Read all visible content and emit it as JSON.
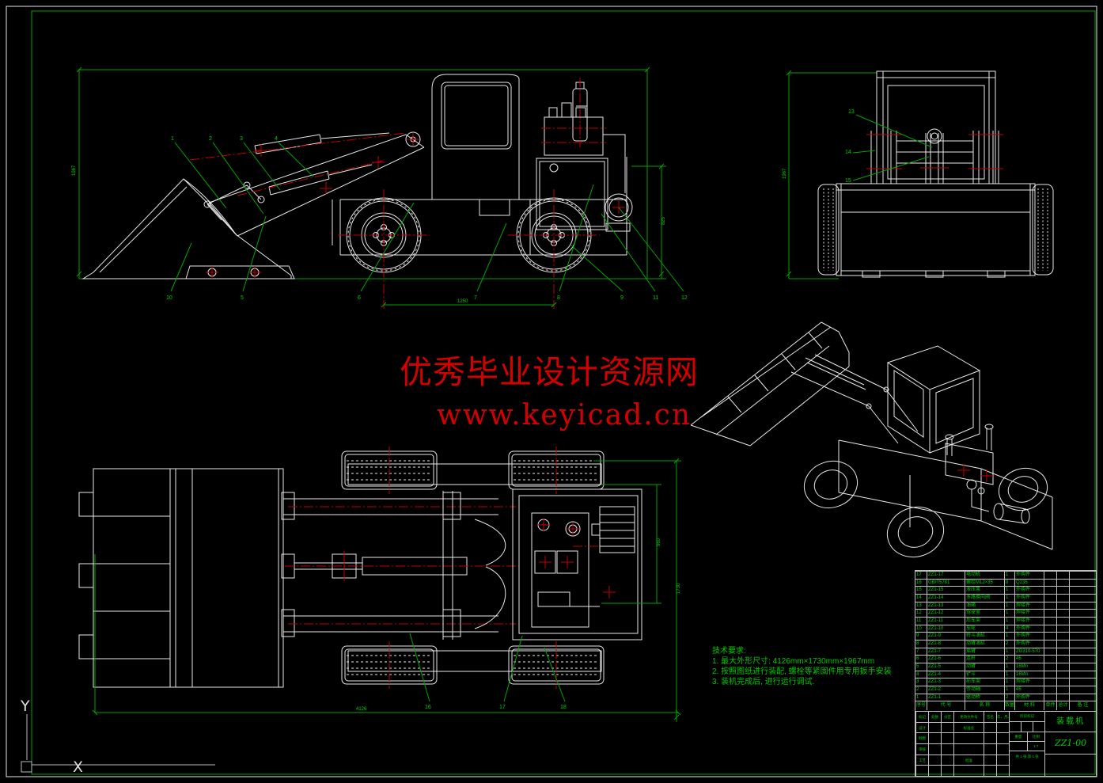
{
  "sheet": {
    "title": "装载机",
    "drawing_number": "ZZ1-00",
    "scale": "1:7"
  },
  "axes": {
    "x": "X",
    "y": "Y"
  },
  "watermark": {
    "line1": "优秀毕业设计资源网",
    "line2": "www.keyicad.cn",
    "color": "#d40000"
  },
  "tech_notes": {
    "title": "技术要求:",
    "items": [
      "1. 最大外形尺寸: 4126mm×1730mm×1967mm",
      "2. 按照图纸进行装配, 螺栓等紧固件用专用扳手安装",
      "3. 装机完成后, 进行运行调试."
    ]
  },
  "dims": {
    "side_height": "1967",
    "side_wheelbase": "1250",
    "side_rear": "825",
    "front_height": "1967",
    "plan_length": "4126",
    "plan_width": "1730",
    "plan_inner": "960"
  },
  "callouts": {
    "side": [
      "1",
      "2",
      "3",
      "4",
      "5",
      "6",
      "7",
      "8",
      "9",
      "10",
      "11",
      "12"
    ],
    "front": [
      "13",
      "14",
      "15"
    ],
    "plan": [
      "16",
      "17",
      "18"
    ]
  },
  "parts_list": {
    "headers": [
      "序号",
      "代 号",
      "名 称",
      "数量",
      "材 料",
      "单件",
      "总计",
      "备 注"
    ],
    "rows": [
      [
        "17",
        "ZZ1-17",
        "电动机",
        "1",
        "外购件",
        "",
        "",
        ""
      ],
      [
        "16",
        "GB/T5781",
        "螺栓M12×35",
        "8",
        "Q235",
        "",
        "",
        ""
      ],
      [
        "15",
        "ZZ1-15",
        "液压泵",
        "1",
        "外购件",
        "",
        "",
        ""
      ],
      [
        "14",
        "ZZ1-14",
        "多路换向阀",
        "1",
        "外购件",
        "",
        "",
        ""
      ],
      [
        "13",
        "ZZ1-13",
        "油箱",
        "1",
        "焊接件",
        "",
        "",
        ""
      ],
      [
        "12",
        "ZZ1-12",
        "驾驶室",
        "1",
        "焊接件",
        "",
        "",
        ""
      ],
      [
        "11",
        "ZZ1-11",
        "后车架",
        "1",
        "焊接件",
        "",
        "",
        ""
      ],
      [
        "10",
        "ZZ1-10",
        "车轮",
        "4",
        "外购件",
        "",
        "",
        ""
      ],
      [
        "9",
        "ZZ1-9",
        "转斗油缸",
        "1",
        "外购件",
        "",
        "",
        ""
      ],
      [
        "8",
        "ZZ1-8",
        "动臂油缸",
        "2",
        "外购件",
        "",
        "",
        ""
      ],
      [
        "7",
        "ZZ1-7",
        "摇臂",
        "1",
        "ZG310-570",
        "",
        "",
        ""
      ],
      [
        "6",
        "ZZ1-6",
        "连杆",
        "2",
        "45",
        "",
        "",
        ""
      ],
      [
        "5",
        "ZZ1-5",
        "动臂",
        "1",
        "16Mn",
        "",
        "",
        ""
      ],
      [
        "4",
        "ZZ1-4",
        "铲斗",
        "1",
        "16Mn",
        "",
        "",
        ""
      ],
      [
        "3",
        "ZZ1-3",
        "前车架",
        "1",
        "焊接件",
        "",
        "",
        ""
      ],
      [
        "2",
        "ZZ1-2",
        "传动轴",
        "1",
        "45",
        "",
        "",
        ""
      ],
      [
        "1",
        "ZZ1-1",
        "驱动桥",
        "2",
        "外购件",
        "",
        "",
        ""
      ]
    ]
  },
  "title_block": {
    "row1": [
      "标记",
      "处数",
      "分区",
      "更改文件号",
      "签名",
      "年、月、日"
    ],
    "design": "设计",
    "draw": "制图",
    "check": "审核",
    "process": "工艺",
    "standard": "标准化",
    "approve": "批准",
    "stage": "阶段标记",
    "weight": "重量",
    "scale_label": "比例",
    "scale": "1:7",
    "sheets_line": "共 1 张  第 1 张",
    "name": "装载机",
    "number": "ZZ1-00"
  }
}
